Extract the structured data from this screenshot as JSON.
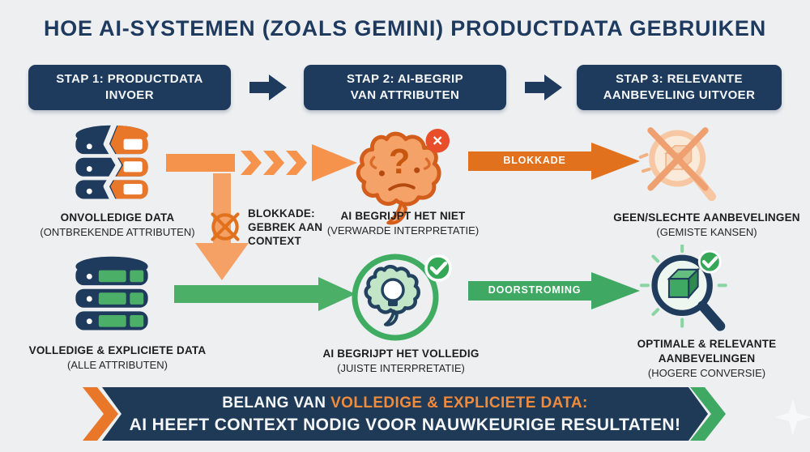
{
  "title": "HOE AI-SYSTEMEN (ZOALS GEMINI) PRODUCTDATA GEBRUIKEN",
  "steps": [
    {
      "line1": "STAP 1: PRODUCTDATA",
      "line2": "INVOER"
    },
    {
      "line1": "STAP 2: AI-BEGRIP",
      "line2": "VAN ATTRIBUTEN"
    },
    {
      "line1": "STAP 3: RELEVANTE",
      "line2": "AANBEVELING UITVOER"
    }
  ],
  "top_row": {
    "db_label": "ONVOLLEDIGE DATA",
    "db_sublabel": "(ONTBREKENDE ATTRIBUTEN)",
    "brain_label": "AI BEGRIJPT HET NIET",
    "brain_sublabel": "(VERWARDE INTERPRETATIE)",
    "arrow_label": "BLOKKADE",
    "result_label": "GEEN/SLECHTE AANBEVELINGEN",
    "result_sublabel": "(GEMISTE KANSEN)"
  },
  "blockade_note": {
    "line1": "BLOKKADE:",
    "line2": "GEBREK AAN",
    "line3": "CONTEXT"
  },
  "bottom_row": {
    "db_label": "VOLLEDIGE & EXPLICIETE DATA",
    "db_sublabel": "(ALLE ATTRIBUTEN)",
    "brain_label": "AI BEGRIJPT HET VOLLEDIG",
    "brain_sublabel": "(JUISTE INTERPRETATIE)",
    "arrow_label": "DOORSTROMING",
    "result_label1": "OPTIMALE & RELEVANTE",
    "result_label2": "AANBEVELINGEN",
    "result_sublabel": "(HOGERE CONVERSIE)"
  },
  "banner": {
    "line1_white": "BELANG VAN ",
    "line1_orange": "VOLLEDIGE & EXPLICIETE DATA:",
    "line2": "AI HEEFT CONTEXT NODIG VOOR NAUWKEURIGE RESULTATEN!"
  },
  "icons": {
    "question_mark": "?",
    "error_badge_glyph": "✕",
    "check_badge_glyph": "✓"
  },
  "colors": {
    "navy": "#1e3a5c",
    "orange": "#e8772a",
    "orange_light": "#f5a065",
    "orange_deep": "#e2711d",
    "green": "#3fa863",
    "green_mid": "#4caf68",
    "background": "#edeff1",
    "banner_highlight": "#f08a3c"
  }
}
